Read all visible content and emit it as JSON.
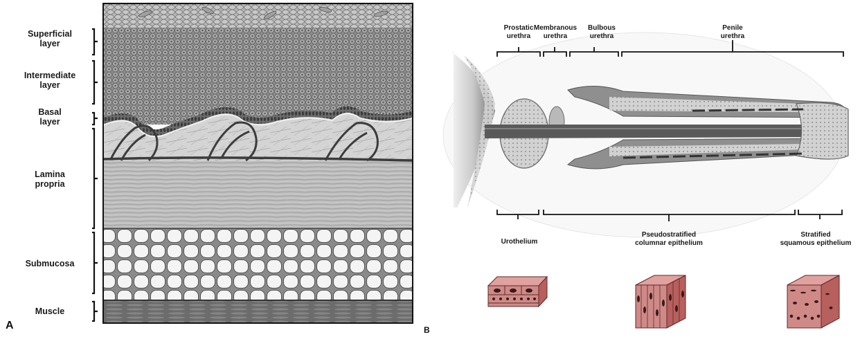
{
  "panel_a": {
    "letter": "A",
    "layers": [
      {
        "line1": "Superficial",
        "line2": "layer"
      },
      {
        "line1": "Intermediate",
        "line2": "layer"
      },
      {
        "line1": "Basal",
        "line2": "layer"
      },
      {
        "line1": "Lamina",
        "line2": "propria"
      },
      {
        "line1": "Submucosa",
        "line2": ""
      },
      {
        "line1": "Muscle",
        "line2": ""
      }
    ]
  },
  "panel_b": {
    "letter": "B",
    "segments": [
      {
        "line1": "Prostatic",
        "line2": "urethra"
      },
      {
        "line1": "Membranous",
        "line2": "urethra"
      },
      {
        "line1": "Bulbous",
        "line2": "urethra"
      },
      {
        "line1": "Penile",
        "line2": "urethra"
      }
    ],
    "epithelia": [
      {
        "line1": "Urothelium",
        "line2": ""
      },
      {
        "line1": "Pseudostratified",
        "line2": "columnar epithelium"
      },
      {
        "line1": "Stratified",
        "line2": "squamous epithelium"
      }
    ]
  },
  "colors": {
    "tissue_pink": "#c77a78",
    "tissue_dark": "#7a3634",
    "gray_dark": "#4a4a4a",
    "gray_mid": "#9a9a9a",
    "gray_light": "#dcdcdc"
  }
}
